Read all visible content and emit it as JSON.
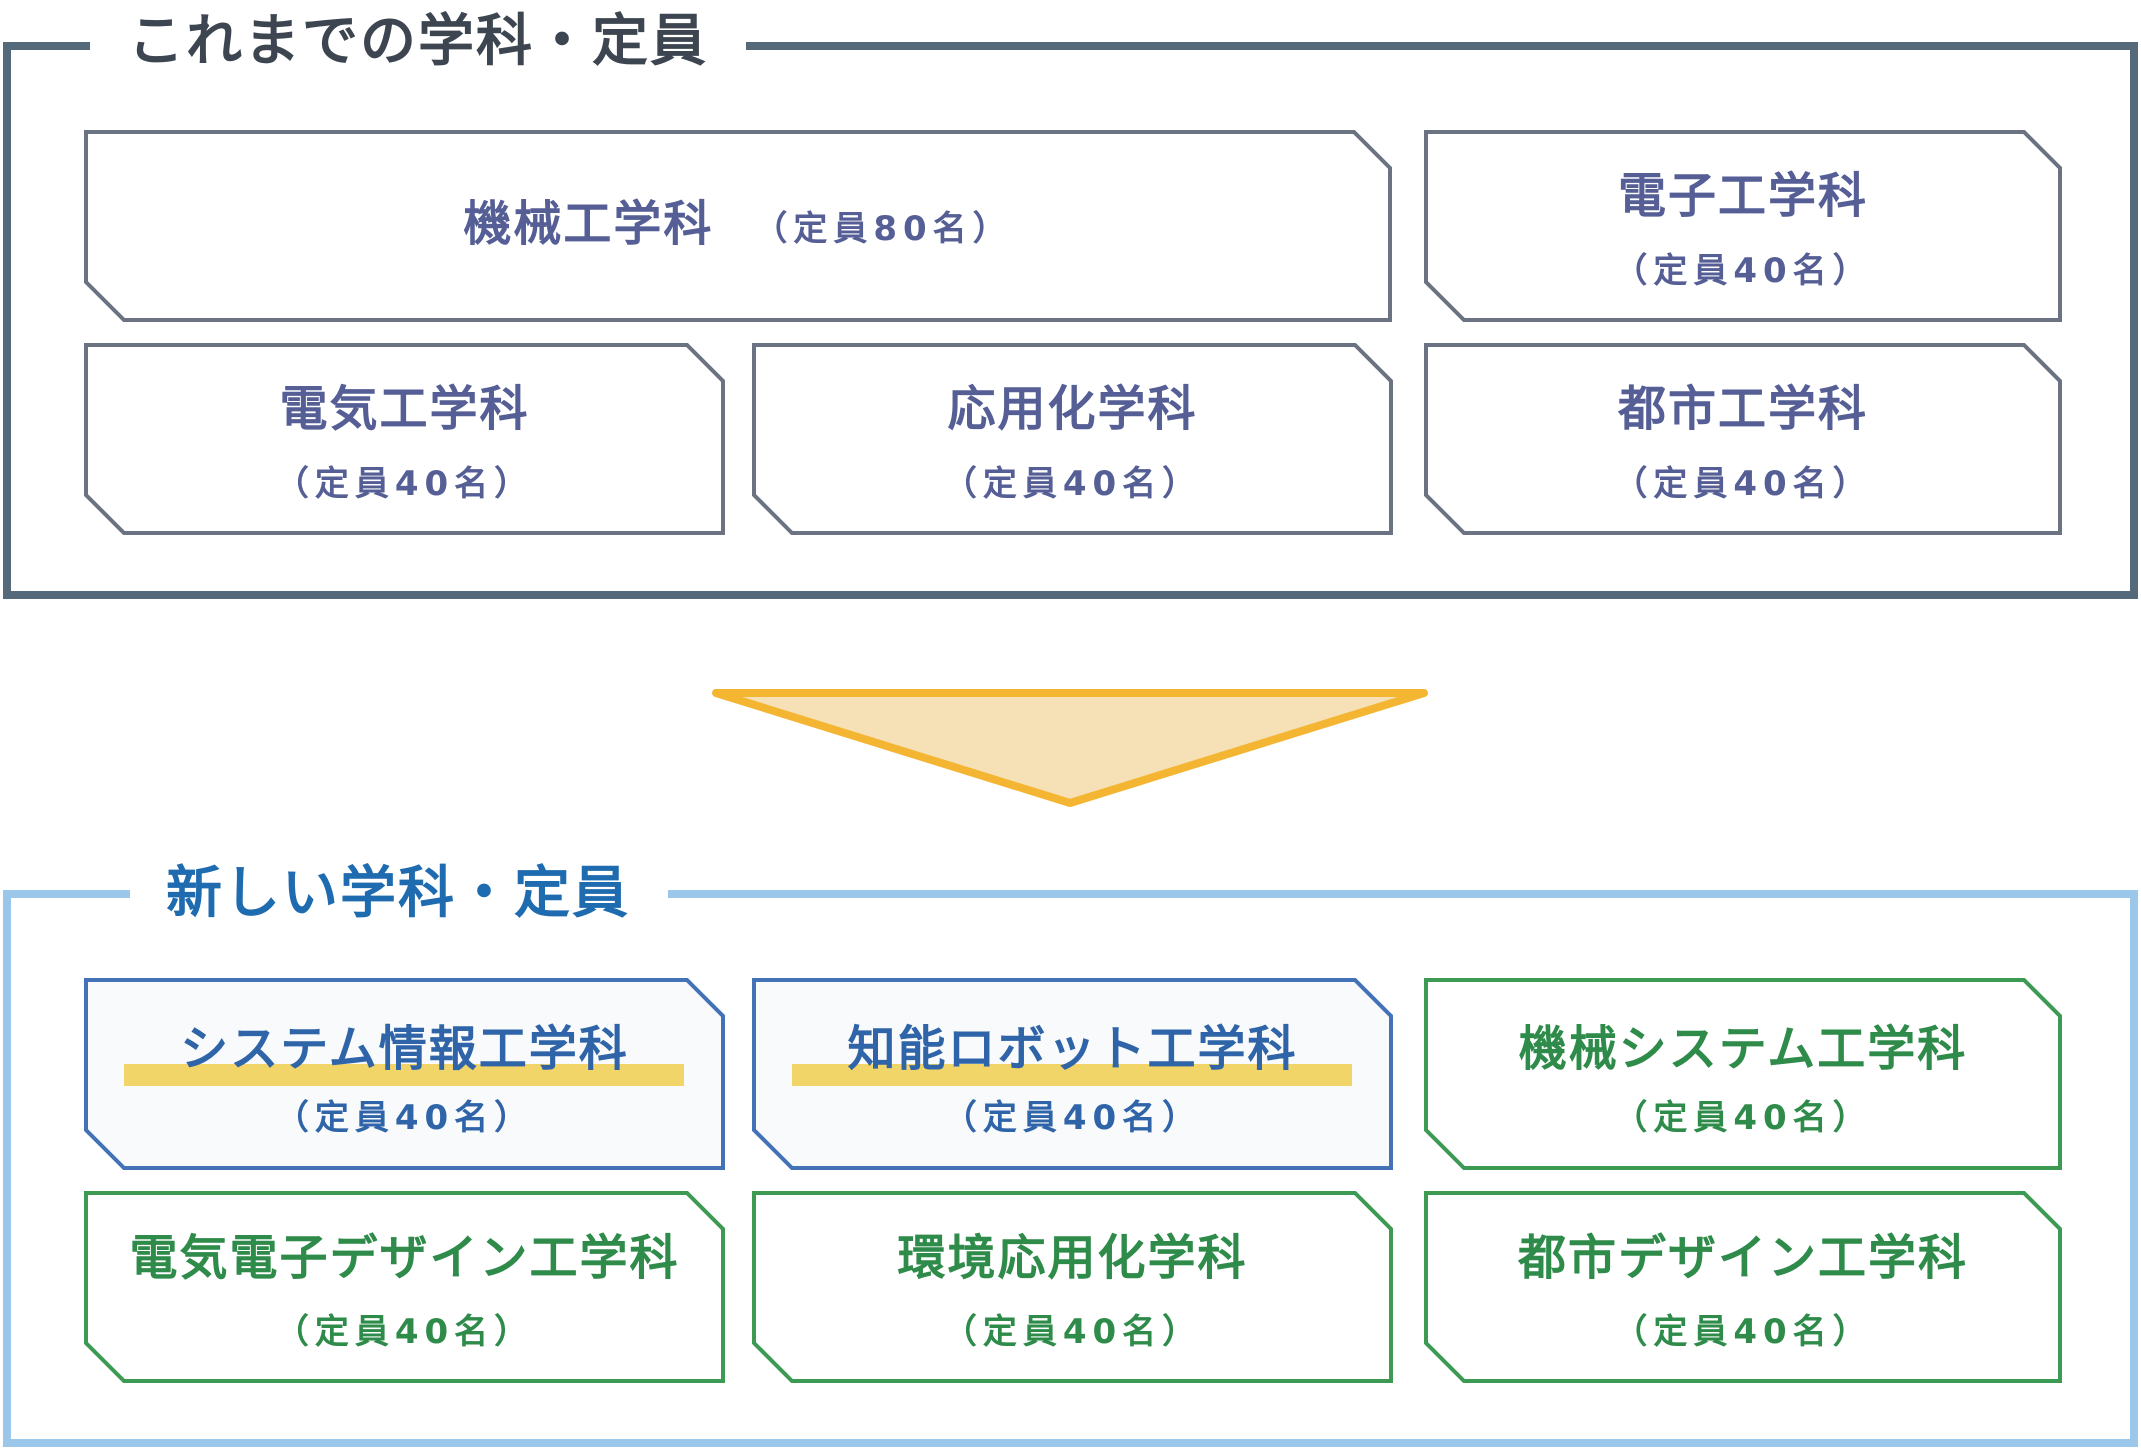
{
  "colors": {
    "old_frame": "#546a7b",
    "old_box": "#6b7383",
    "old_text": "#555e95",
    "new_frame": "#9ac7ea",
    "new_blue_box": "#4472b7",
    "new_blue_text": "#2f64a8",
    "new_green_box": "#3c9a53",
    "new_green_text": "#2e8b4a",
    "highlight": "#f2d569",
    "arrow_fill": "#f5e1b5",
    "arrow_stroke": "#f4b532"
  },
  "old": {
    "title": "これまでの学科・定員",
    "departments": [
      {
        "name": "機械工学科",
        "capacity": "（定員80名）"
      },
      {
        "name": "電子工学科",
        "capacity": "（定員40名）"
      },
      {
        "name": "電気工学科",
        "capacity": "（定員40名）"
      },
      {
        "name": "応用化学科",
        "capacity": "（定員40名）"
      },
      {
        "name": "都市工学科",
        "capacity": "（定員40名）"
      }
    ]
  },
  "new": {
    "title": "新しい学科・定員",
    "departments": [
      {
        "name": "システム情報工学科",
        "capacity": "（定員40名）"
      },
      {
        "name": "知能ロボット工学科",
        "capacity": "（定員40名）"
      },
      {
        "name": "機械システム工学科",
        "capacity": "（定員40名）"
      },
      {
        "name": "電気電子デザイン工学科",
        "capacity": "（定員40名）"
      },
      {
        "name": "環境応用化学科",
        "capacity": "（定員40名）"
      },
      {
        "name": "都市デザイン工学科",
        "capacity": "（定員40名）"
      }
    ]
  }
}
